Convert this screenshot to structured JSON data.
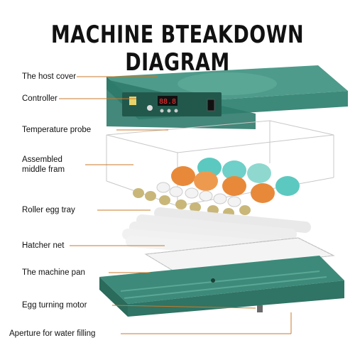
{
  "title": "MACHINE BTEAKDOWN DIAGRAM",
  "labels": [
    {
      "id": "host-cover",
      "text": "The host cover"
    },
    {
      "id": "controller",
      "text": "Controller"
    },
    {
      "id": "temperature-probe",
      "text": "Temperature probe"
    },
    {
      "id": "assembled-middle-frame",
      "line1": "Assembled",
      "line2": "middle fram"
    },
    {
      "id": "roller-egg-tray",
      "text": "Roller egg tray"
    },
    {
      "id": "hatcher-net",
      "text": "Hatcher net"
    },
    {
      "id": "machine-pan",
      "text": "The machine pan"
    },
    {
      "id": "egg-turning-motor",
      "text": "Egg turning motor"
    },
    {
      "id": "water-aperture",
      "text": "Aperture for water filling"
    }
  ],
  "colors": {
    "housing_teal": "#3d8a7a",
    "housing_dark": "#2a6b5c",
    "leader_line": "#c97a2a",
    "egg_orange": "#e8893a",
    "egg_teal": "#5cc9c0",
    "roller_white": "#eeeeee"
  }
}
